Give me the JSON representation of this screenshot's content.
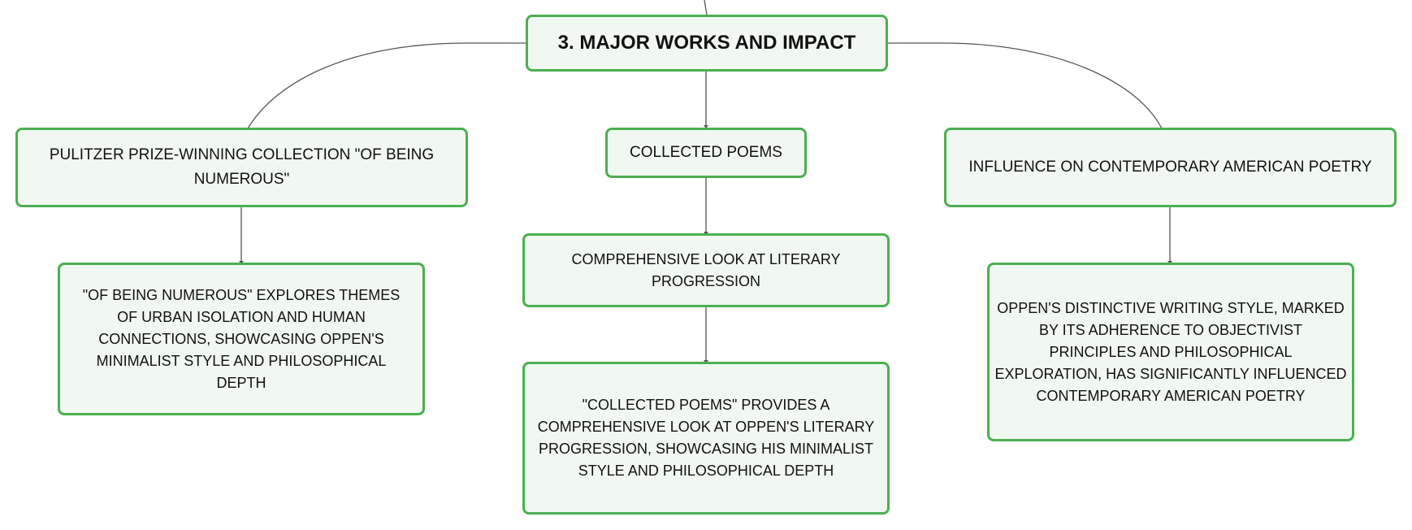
{
  "diagram": {
    "root": {
      "title": "3. MAJOR WORKS AND IMPACT"
    },
    "branches": [
      {
        "label": "PULITZER PRIZE-WINNING COLLECTION \"OF BEING NUMEROUS\"",
        "detail": "\"OF BEING NUMEROUS\" EXPLORES THEMES OF URBAN ISOLATION AND HUMAN CONNECTIONS, SHOWCASING OPPEN'S MINIMALIST STYLE AND PHILOSOPHICAL DEPTH"
      },
      {
        "label": "COLLECTED POEMS",
        "subtopic": "COMPREHENSIVE LOOK AT LITERARY PROGRESSION",
        "detail": "\"COLLECTED POEMS\" PROVIDES A COMPREHENSIVE LOOK AT OPPEN'S LITERARY PROGRESSION, SHOWCASING HIS MINIMALIST STYLE AND PHILOSOPHICAL DEPTH"
      },
      {
        "label": "INFLUENCE ON CONTEMPORARY AMERICAN POETRY",
        "detail": "OPPEN'S DISTINCTIVE WRITING STYLE, MARKED BY ITS ADHERENCE TO OBJECTIVIST PRINCIPLES AND PHILOSOPHICAL EXPLORATION, HAS SIGNIFICANTLY INFLUENCED CONTEMPORARY AMERICAN POETRY"
      }
    ],
    "colors": {
      "node_border": "#4caf50",
      "node_fill": "#f1f8f2",
      "connector": "#555555",
      "text": "#111111"
    }
  }
}
